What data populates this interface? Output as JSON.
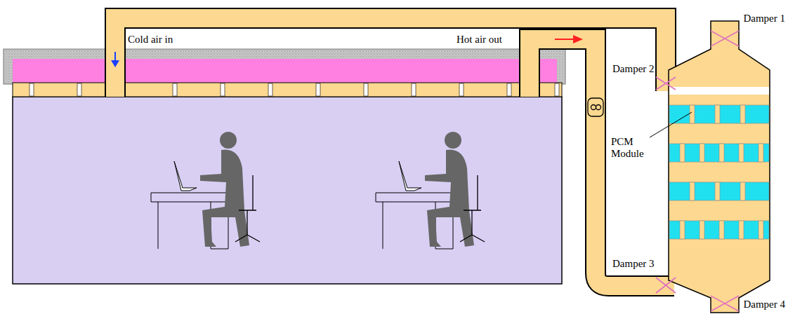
{
  "diagram": {
    "labels": [
      "Cold air in",
      "Hot air out",
      "Damper 1",
      "Damper 2",
      "PCM Module",
      "Damper 3",
      "Damper 4"
    ]
  }
}
